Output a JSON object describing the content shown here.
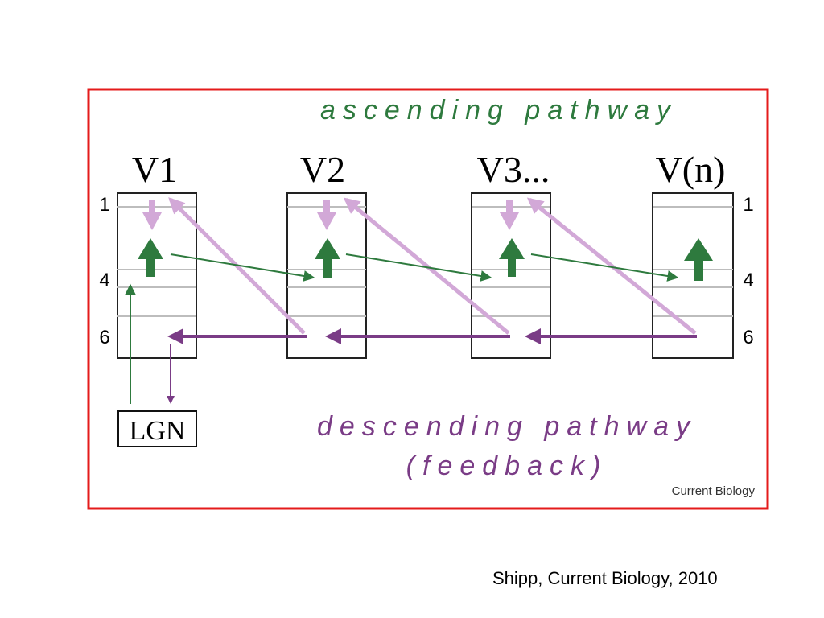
{
  "diagram": {
    "ascending_label": "ascending pathway",
    "descending_label": "descending pathway",
    "feedback_label": "(feedback)",
    "source_label": "Current Biology",
    "areas": [
      {
        "label": "V1"
      },
      {
        "label": "V2"
      },
      {
        "label": "V3..."
      },
      {
        "label": "V(n)"
      }
    ],
    "layer_labels": [
      "1",
      "4",
      "6"
    ],
    "lgn_label": "LGN"
  },
  "citation": "Shipp, Current Biology, 2010",
  "colors": {
    "frame": "#e41b1b",
    "ascending": "#2e7a3e",
    "descending": "#7a3c86",
    "feedback_light": "#d2a8d7",
    "box_border": "#222222",
    "layer_line": "#bdbdbd"
  }
}
